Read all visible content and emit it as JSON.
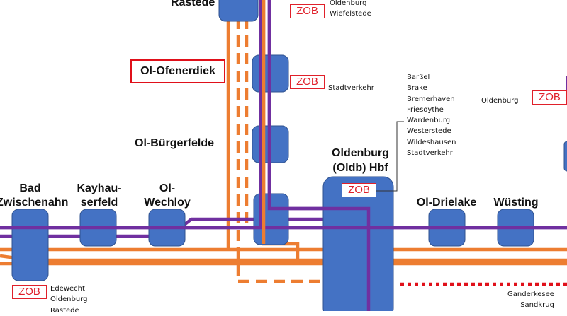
{
  "map": {
    "colors": {
      "orange": "#ed7d31",
      "purple": "#7030a0",
      "station": "#4472c4",
      "station_border": "#2f528f",
      "highlight": "#e0101a",
      "zob": "#e0202a"
    },
    "stations": {
      "rastede": "Rastede",
      "ol_ofenerdiek": "Ol-Ofenerdiek",
      "ol_buergerfelde": "Ol-Bürgerfelde",
      "oldenburg_hbf_line1": "Oldenburg",
      "oldenburg_hbf_line2": "(Oldb) Hbf",
      "bad_zwischenahn_line1": "Bad",
      "bad_zwischenahn_line2": "Zwischenahn",
      "kayhauserfeld_line1": "Kayhau-",
      "kayhauserfeld_line2": "serfeld",
      "ol_wechloy_line1": "Ol-",
      "ol_wechloy_line2": "Wechloy",
      "ol_drielake": "Ol-Drielake",
      "wuesting": "Wüsting"
    },
    "zob_label": "ZOB",
    "bus_notes": {
      "rastede": [
        "Oldenburg",
        "Wiefelstede"
      ],
      "ofenerdiek": [
        "Stadtverkehr"
      ],
      "hbf": [
        "Barßel",
        "Brake",
        "Bremerhaven",
        "Friesoythe",
        "Wardenburg",
        "Westerstede",
        "Wildeshausen",
        "Stadtverkehr"
      ],
      "right": [
        "Oldenburg"
      ],
      "zwischenahn": [
        "Edewecht",
        "Oldenburg",
        "Rastede"
      ],
      "bottom_right": [
        "Ganderkesee",
        "Sandkrug"
      ]
    }
  }
}
